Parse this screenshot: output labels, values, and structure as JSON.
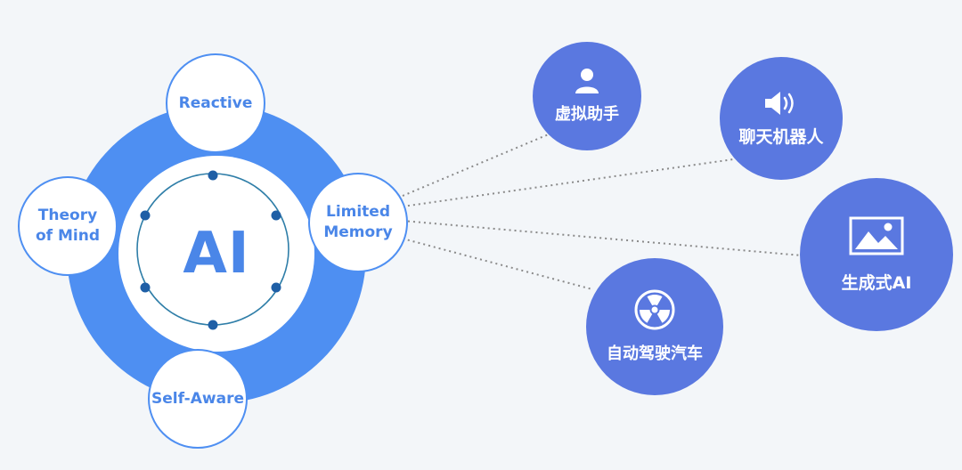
{
  "center": {
    "label": "AI"
  },
  "types": [
    {
      "label": "Reactive"
    },
    {
      "label": "Limited\nMemory"
    },
    {
      "label": "Self-Aware"
    },
    {
      "label": "Theory\nof Mind"
    }
  ],
  "applications": [
    {
      "label": "虚拟助手",
      "icon": "person-icon"
    },
    {
      "label": "聊天机器人",
      "icon": "speaker-icon"
    },
    {
      "label": "生成式AI",
      "icon": "image-icon"
    },
    {
      "label": "自动驾驶汽车",
      "icon": "radiation-icon"
    }
  ],
  "colors": {
    "background": "#f3f6f9",
    "ring": "#4e8ff2",
    "text_blue": "#4a86e8",
    "app_circle": "#5a78e0",
    "connector": "#8a8a8a"
  }
}
